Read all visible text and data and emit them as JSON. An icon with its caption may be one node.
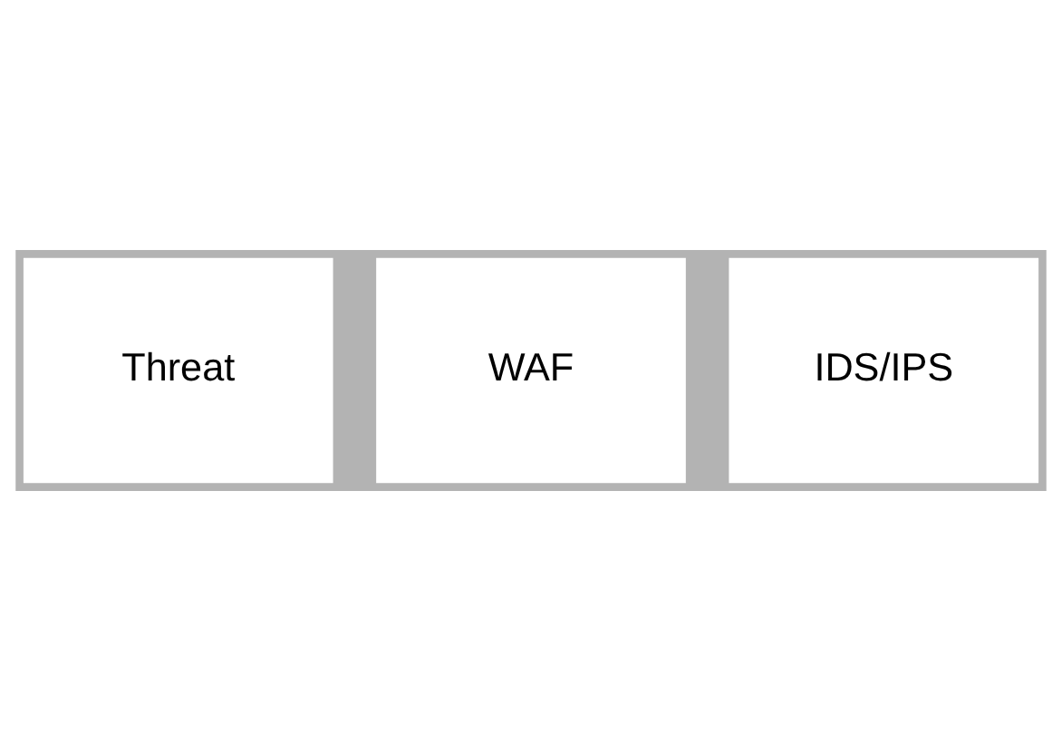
{
  "diagram": {
    "nodes": [
      {
        "text": [
          "Threat"
        ]
      },
      {
        "text": [
          "WAF"
        ]
      },
      {
        "text": [
          "IDS/IPS"
        ]
      }
    ]
  }
}
